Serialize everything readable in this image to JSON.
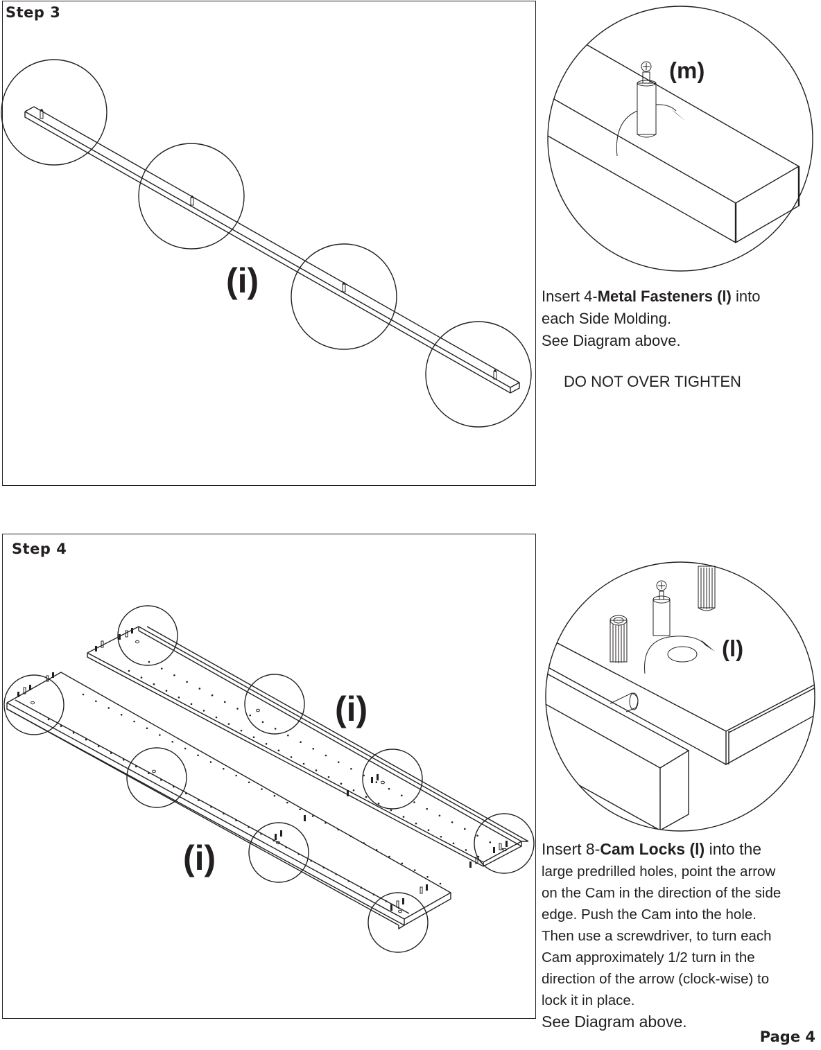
{
  "page": {
    "page_number_label": "Page 4"
  },
  "step3": {
    "title": "Step 3",
    "part_label_main": "(i)",
    "detail_part_label": "(m)",
    "instructions": {
      "prefix": "Insert 4-",
      "bold": "Metal Fasteners (l)",
      "suffix": " into",
      "line2": "each Side Molding.",
      "line3": "See Diagram above."
    },
    "warning": "DO NOT OVER TIGHTEN"
  },
  "step4": {
    "title": "Step 4",
    "part_label_upper": "(i)",
    "part_label_lower": "(i)",
    "detail_part_label": "(l)",
    "instructions": {
      "prefix": "Insert 8-",
      "bold": "Cam Locks (l)",
      "suffix": " into the",
      "lines": [
        "large predrilled holes, point the arrow",
        "on the Cam in the direction of the side",
        "edge. Push the Cam into the hole.",
        "Then use a screwdriver, to turn each",
        "Cam approximately 1/2 turn in the",
        "direction of the arrow  (clock-wise) to",
        "lock it in place."
      ],
      "closing": "See Diagram above."
    }
  }
}
